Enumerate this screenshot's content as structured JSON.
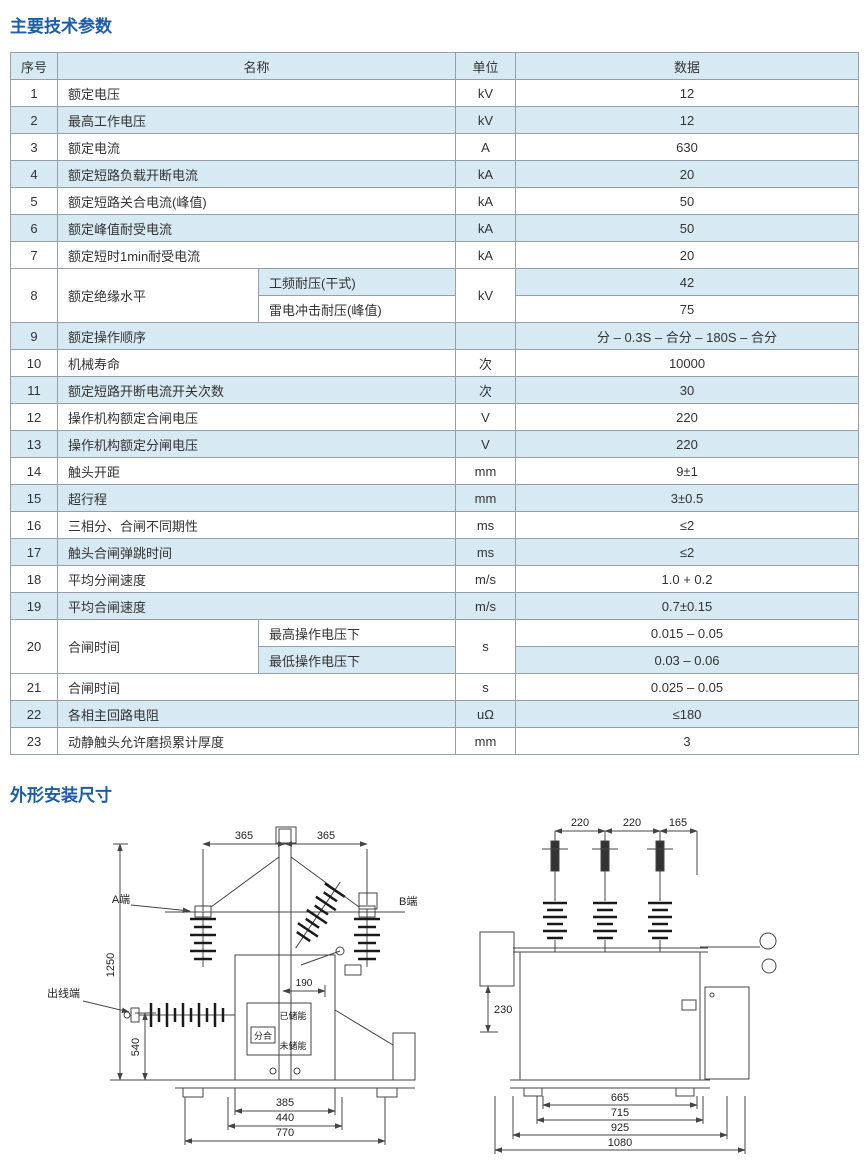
{
  "titles": {
    "params": "主要技术参数",
    "dimensions": "外形安装尺寸"
  },
  "table": {
    "headers": {
      "no": "序号",
      "name": "名称",
      "unit": "单位",
      "data": "数据"
    },
    "rows": [
      {
        "no": "1",
        "name": "额定电压",
        "unit": "kV",
        "data": "12"
      },
      {
        "no": "2",
        "name": "最高工作电压",
        "unit": "kV",
        "data": "12"
      },
      {
        "no": "3",
        "name": "额定电流",
        "unit": "A",
        "data": "630"
      },
      {
        "no": "4",
        "name": "额定短路负载开断电流",
        "unit": "kA",
        "data": "20"
      },
      {
        "no": "5",
        "name": "额定短路关合电流(峰值)",
        "unit": "kA",
        "data": "50"
      },
      {
        "no": "6",
        "name": "额定峰值耐受电流",
        "unit": "kA",
        "data": "50"
      },
      {
        "no": "7",
        "name": "额定短时1min耐受电流",
        "unit": "kA",
        "data": "20"
      },
      {
        "no": "9",
        "name": "额定操作顺序",
        "unit": "",
        "data": "分 – 0.3S – 合分 – 180S – 合分"
      },
      {
        "no": "10",
        "name": "机械寿命",
        "unit": "次",
        "data": "10000"
      },
      {
        "no": "11",
        "name": "额定短路开断电流开关次数",
        "unit": "次",
        "data": "30"
      },
      {
        "no": "12",
        "name": "操作机构额定合闸电压",
        "unit": "V",
        "data": "220"
      },
      {
        "no": "13",
        "name": "操作机构额定分闸电压",
        "unit": "V",
        "data": "220"
      },
      {
        "no": "14",
        "name": "触头开距",
        "unit": "mm",
        "data": "9±1"
      },
      {
        "no": "15",
        "name": "超行程",
        "unit": "mm",
        "data": "3±0.5"
      },
      {
        "no": "16",
        "name": "三相分、合闸不同期性",
        "unit": "ms",
        "data": "≤2"
      },
      {
        "no": "17",
        "name": "触头合闸弹跳时间",
        "unit": "ms",
        "data": "≤2"
      },
      {
        "no": "18",
        "name": "平均分闸速度",
        "unit": "m/s",
        "data": "1.0 + 0.2"
      },
      {
        "no": "19",
        "name": "平均合闸速度",
        "unit": "m/s",
        "data": "0.7±0.15"
      },
      {
        "no": "21",
        "name": "合闸时间",
        "unit": "s",
        "data": "0.025 – 0.05"
      },
      {
        "no": "22",
        "name": "各相主回路电阻",
        "unit": "uΩ",
        "data": "≤180"
      },
      {
        "no": "23",
        "name": "动静触头允许磨损累计厚度",
        "unit": "mm",
        "data": "3"
      }
    ],
    "row8": {
      "no": "8",
      "name": "额定绝缘水平",
      "unit": "kV",
      "sub1": {
        "name": "工频耐压(干式)",
        "data": "42"
      },
      "sub2": {
        "name": "雷电冲击耐压(峰值)",
        "data": "75"
      }
    },
    "row20": {
      "no": "20",
      "name": "合闸时间",
      "unit": "s",
      "sub1": {
        "name": "最高操作电压下",
        "data": "0.015 – 0.05"
      },
      "sub2": {
        "name": "最低操作电压下",
        "data": "0.03 – 0.06"
      }
    }
  },
  "drawings": {
    "left": {
      "dim_top_left": "365",
      "dim_top_right": "365",
      "label_a": "A端",
      "label_b": "B端",
      "label_outlet": "出线端",
      "dim_height_total": "1250",
      "dim_height_lower": "540",
      "dim_offset": "190",
      "indicator": {
        "charged": "已储能",
        "switch_label": "分合",
        "discharged": "未储能"
      },
      "dim_bottom": [
        "385",
        "440",
        "770"
      ]
    },
    "right": {
      "dim_top": [
        "220",
        "220",
        "165"
      ],
      "dim_left": "230",
      "dim_bottom": [
        "665",
        "715",
        "925",
        "1080"
      ]
    }
  }
}
